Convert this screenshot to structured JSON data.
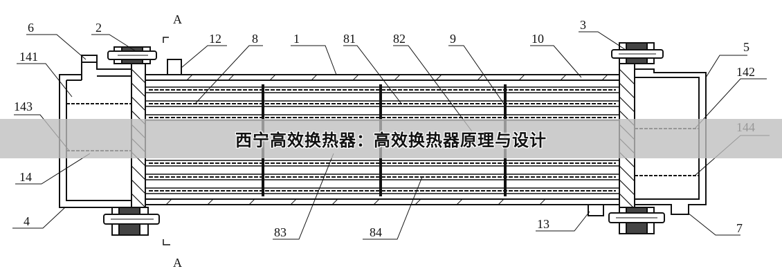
{
  "banner": {
    "title": "西宁高效换热器：高效换热器原理与设计"
  },
  "section_marks": {
    "top": "A",
    "bottom": "A"
  },
  "labels": {
    "l6": "6",
    "l2": "2",
    "l12": "12",
    "l8": "8",
    "l1": "1",
    "l81": "81",
    "l82": "82",
    "l9": "9",
    "l10": "10",
    "l3": "3",
    "l5": "5",
    "l141": "141",
    "l142": "142",
    "l143": "143",
    "l144": "144",
    "l14": "14",
    "l4": "4",
    "l83": "83",
    "l84": "84",
    "l13": "13",
    "l7": "7"
  }
}
